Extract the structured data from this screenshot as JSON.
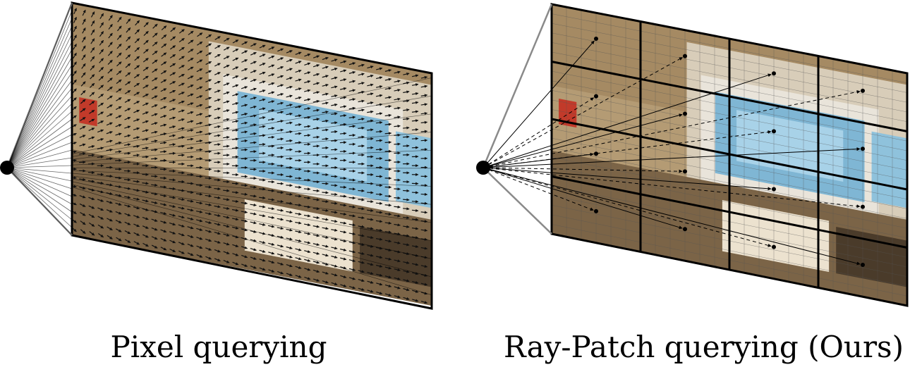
{
  "panels": [
    {
      "caption": "Pixel querying",
      "method": "pixel",
      "query_grid": [
        40,
        26
      ]
    },
    {
      "caption": "Ray-Patch querying (Ours)",
      "method": "ray-patch",
      "patch_grid": [
        4,
        4
      ],
      "fine_grid": [
        24,
        24
      ]
    }
  ],
  "colors": {
    "camera": "#000000",
    "frustum": "#8a8a8a",
    "image_wall": "#b8a078",
    "image_window": "#7fb6d4",
    "image_frame": "#e9e4da",
    "image_fire_box": "#c23a2a",
    "image_sofa": "#ece2cf",
    "ray": "#000000"
  }
}
